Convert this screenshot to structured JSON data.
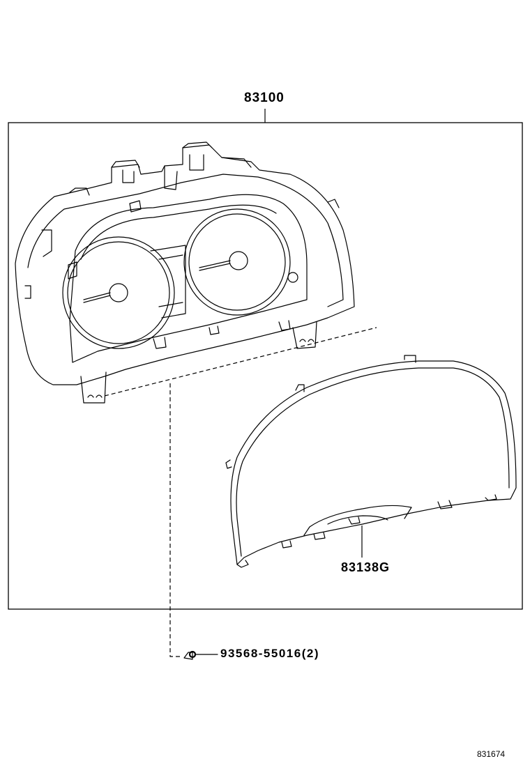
{
  "parts": {
    "main_assembly": "83100",
    "cover": "83138G",
    "screw": "93568-55016(2)"
  },
  "figure_code": "831674"
}
